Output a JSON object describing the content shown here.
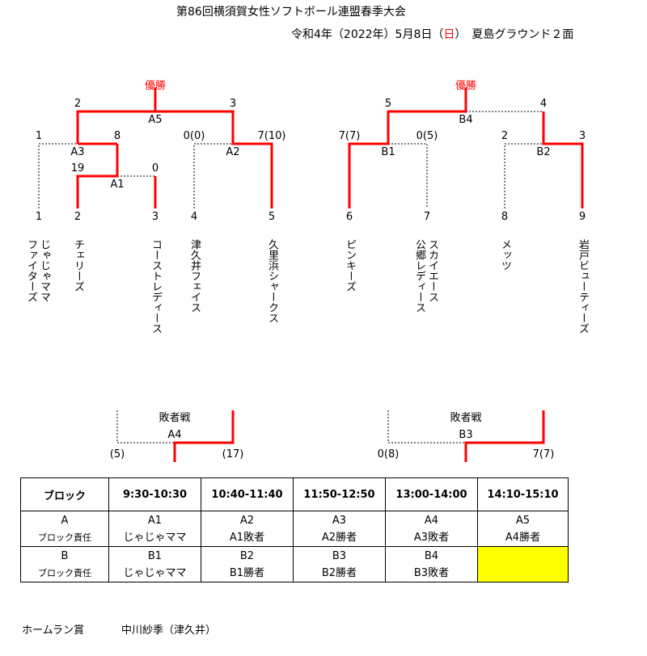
{
  "title": "第86回横須賀女性ソフトボール連盟春季大会",
  "subtitle": {
    "prefix": "令和4年（2022年）5月8日（",
    "day": "日",
    "suffix": "）　夏島グラウンド２面"
  },
  "champion_label": "優勝",
  "teams": [
    {
      "no": "1",
      "name": "じゃじゃママ\nファイターズ"
    },
    {
      "no": "2",
      "name": "チェリーズ"
    },
    {
      "no": "3",
      "name": "コーストレディース"
    },
    {
      "no": "4",
      "name": "津久井フェイス"
    },
    {
      "no": "5",
      "name": "久里浜シャークス"
    },
    {
      "no": "6",
      "name": "ピンキーズ"
    },
    {
      "no": "7",
      "name": "スカイエース\n公郷レディース"
    },
    {
      "no": "8",
      "name": "メッツ"
    },
    {
      "no": "9",
      "name": "岩戸ビューティーズ"
    }
  ],
  "games": {
    "A1": {
      "label": "A1",
      "left": "19",
      "right": "0"
    },
    "A2": {
      "label": "A2",
      "left": "0(0)",
      "right": "7(10)"
    },
    "A3": {
      "label": "A3",
      "left": "1",
      "right": "8"
    },
    "A5": {
      "label": "A5",
      "left": "2",
      "right": "3"
    },
    "B1": {
      "label": "B1",
      "left": "7(7)",
      "right": "0(5)"
    },
    "B2": {
      "label": "B2",
      "left": "2",
      "right": "3"
    },
    "B4": {
      "label": "B4",
      "left": "5",
      "right": "4"
    },
    "A4": {
      "label": "A4",
      "left": "(5)",
      "right": "(17)",
      "heading": "敗者戦"
    },
    "B3": {
      "label": "B3",
      "left": "0(8)",
      "right": "7(7)",
      "heading": "敗者戦"
    }
  },
  "schedule": {
    "headers": [
      "ブロック",
      "9:30-10:30",
      "10:40-11:40",
      "11:50-12:50",
      "13:00-14:00",
      "14:10-15:10"
    ],
    "rows": [
      {
        "block": "A",
        "block_sub": "ブロック責任",
        "cells": [
          [
            "A1",
            "じゃじゃママ"
          ],
          [
            "A2",
            "A1敗者"
          ],
          [
            "A3",
            "A2勝者"
          ],
          [
            "A4",
            "A3敗者"
          ],
          [
            "A5",
            "A4勝者"
          ]
        ]
      },
      {
        "block": "B",
        "block_sub": "ブロック責任",
        "cells": [
          [
            "B1",
            "じゃじゃママ"
          ],
          [
            "B2",
            "B1勝者"
          ],
          [
            "B3",
            "B2勝者"
          ],
          [
            "B4",
            "B3敗者"
          ],
          [
            "",
            ""
          ]
        ]
      }
    ],
    "highlight_color": "#ffff00"
  },
  "homerun": {
    "label": "ホームラン賞",
    "value": "中川紗季（津久井）"
  },
  "colors": {
    "winner_line": "#ff0000",
    "loser_line": "#000000"
  }
}
